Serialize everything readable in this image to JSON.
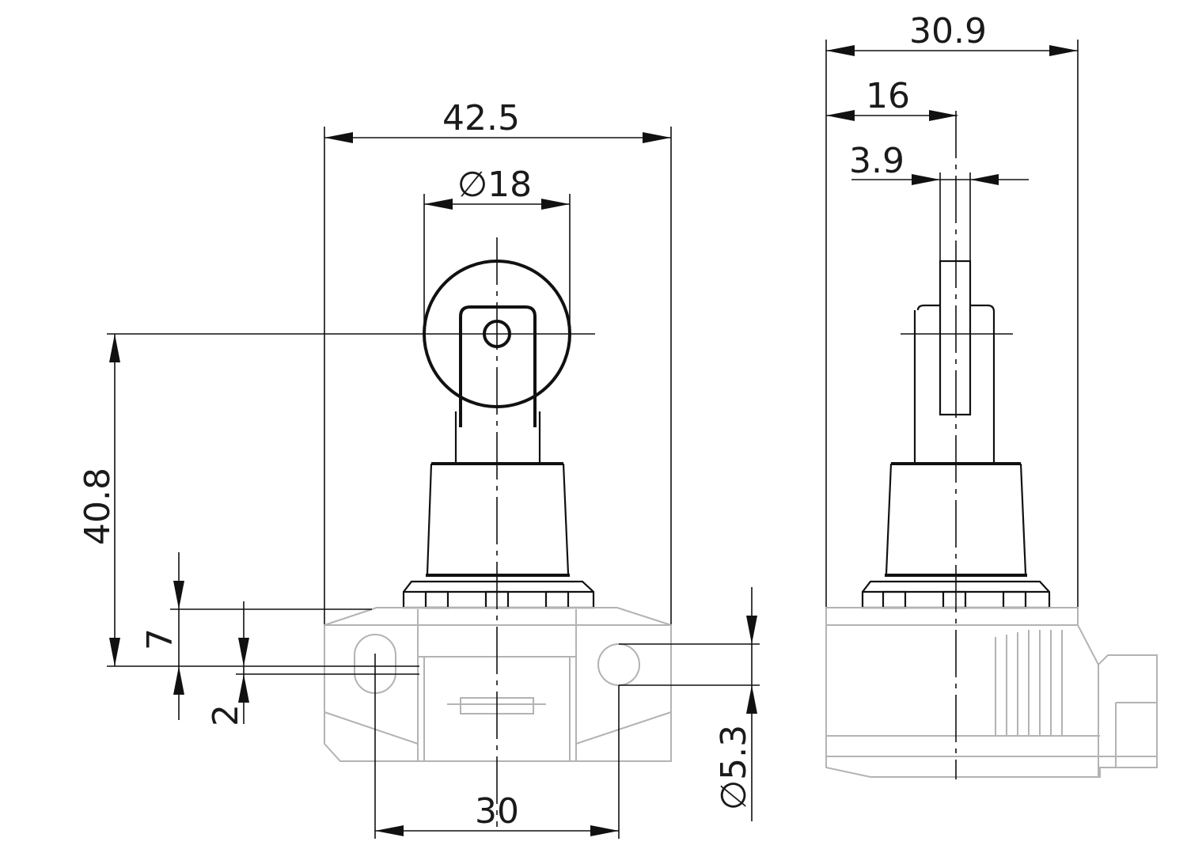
{
  "dimensions": {
    "front_width": "42.5",
    "roller_diameter": "∅18",
    "height": "40.8",
    "dim_7": "7",
    "dim_2": "2",
    "hole_spacing": "30",
    "hole_diameter": "∅5.3",
    "side_width": "30.9",
    "side_16": "16",
    "side_3_9": "3.9"
  }
}
